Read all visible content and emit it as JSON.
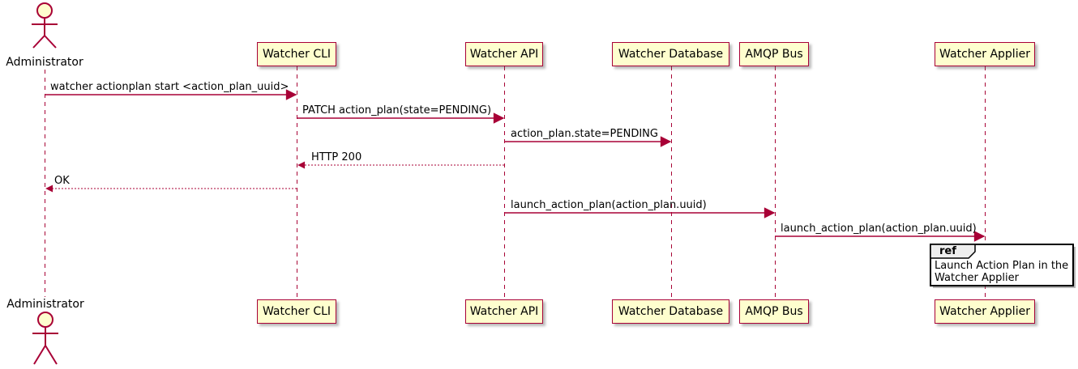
{
  "diagram": {
    "type": "uml-sequence-diagram",
    "actor": {
      "name": "Administrator"
    },
    "participants": [
      {
        "name": "Watcher CLI"
      },
      {
        "name": "Watcher API"
      },
      {
        "name": "Watcher Database"
      },
      {
        "name": "AMQP Bus"
      },
      {
        "name": "Watcher Applier"
      }
    ],
    "messages": [
      {
        "from": "Administrator",
        "to": "Watcher CLI",
        "label": "watcher actionplan start <action_plan_uuid>",
        "line": "solid",
        "direction": "right"
      },
      {
        "from": "Watcher CLI",
        "to": "Watcher API",
        "label": "PATCH action_plan(state=PENDING)",
        "line": "solid",
        "direction": "right"
      },
      {
        "from": "Watcher API",
        "to": "Watcher Database",
        "label": "action_plan.state=PENDING",
        "line": "solid",
        "direction": "right"
      },
      {
        "from": "Watcher API",
        "to": "Watcher CLI",
        "label": "HTTP 200",
        "line": "dashed",
        "direction": "left"
      },
      {
        "from": "Watcher CLI",
        "to": "Administrator",
        "label": "OK",
        "line": "dashed",
        "direction": "left"
      },
      {
        "from": "Watcher API",
        "to": "AMQP Bus",
        "label": "launch_action_plan(action_plan.uuid)",
        "line": "solid",
        "direction": "right"
      },
      {
        "from": "AMQP Bus",
        "to": "Watcher Applier",
        "label": "launch_action_plan(action_plan.uuid)",
        "line": "solid",
        "direction": "right"
      }
    ],
    "ref": {
      "keyword": "ref",
      "over": "Watcher Applier",
      "line1": "Launch Action Plan in the",
      "line2": "Watcher Applier"
    },
    "colors": {
      "participant_fill": "#FEFECE",
      "stroke": "#A80036",
      "text": "#000000",
      "ref_border": "#000000",
      "ref_header_fill": "#EEEEEE",
      "background": "#FFFFFF"
    }
  }
}
